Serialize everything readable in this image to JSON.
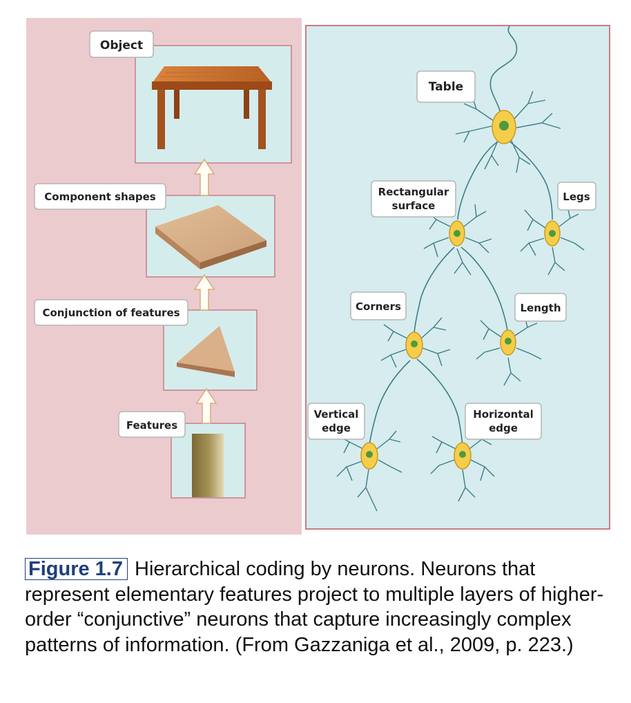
{
  "hierarchy_labels": {
    "object": "Object",
    "component_shapes": "Component shapes",
    "conjunction_of_features": "Conjunction of features",
    "features": "Features"
  },
  "neuron_labels": {
    "table": "Table",
    "rectangular_surface_line1": "Rectangular",
    "rectangular_surface_line2": "surface",
    "legs": "Legs",
    "corners": "Corners",
    "length": "Length",
    "vertical_edge_line1": "Vertical",
    "vertical_edge_line2": "edge",
    "horizontal_edge_line1": "Horizontal",
    "horizontal_edge_line2": "edge"
  },
  "caption": {
    "label": "Figure 1.7",
    "text": "Hierarchical coding by neurons. Neurons that represent elementary features project to multiple layers of higher-order “conjunctive” neurons that capture increasingly complex patterns of information. (From Gazzaniga et al., 2009, p. 223.)"
  },
  "colors": {
    "left_panel_bg": "#eccbcf",
    "right_panel_bg": "#d6ecee",
    "panel_border": "#c97d86",
    "picture_box_bg": "#d5ecec",
    "soma_fill": "#f5cd4a",
    "nucleus_fill": "#4f9a3c",
    "neuron_line": "#3d7d86",
    "caption_label": "#1d3f7a"
  }
}
